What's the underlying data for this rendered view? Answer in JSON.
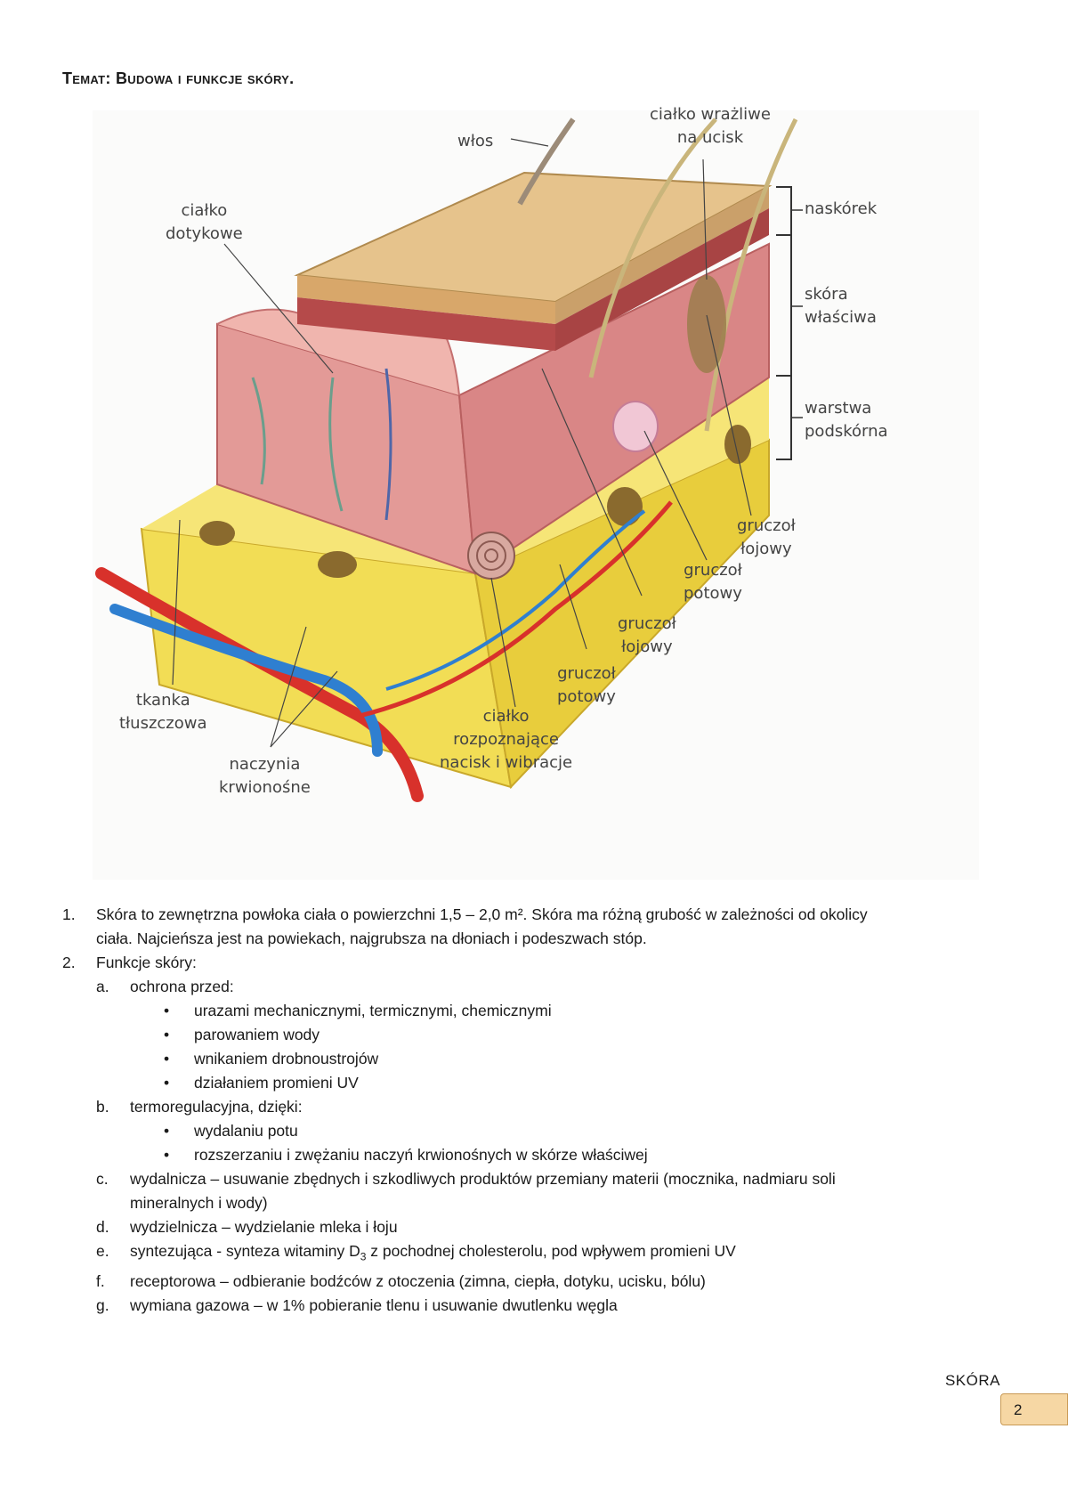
{
  "title": "Temat: Budowa i funkcje skóry.",
  "figure": {
    "labels": {
      "wlos": "włos",
      "cialko_wrazliwe": "ciałko wrażliwe\nna ucisk",
      "cialko_dotykowe": "ciałko\ndotykowe",
      "naskorek": "naskórek",
      "skora_wlasciwa": "skóra\nwłaściwa",
      "warstwa_podskorna": "warstwa\npodskórna",
      "gruczol_lojowy_1": "gruczoł\nłojowy",
      "gruczol_potowy_1": "gruczoł\npotowy",
      "gruczol_lojowy_2": "gruczoł\nłojowy",
      "gruczol_potowy_2": "gruczoł\npotowy",
      "tkanka_tluszczowa": "tkanka\ntłuszczowa",
      "cialko_rozpoznajace": "ciałko\nrozpoznające\nnacisk i wibracje",
      "naczynia": "naczynia\nkrwionośne"
    }
  },
  "list": {
    "item1_num": "1.",
    "item1_text": "Skóra to zewnętrzna powłoka ciała o powierzchni 1,5 – 2,0 m². Skóra ma różną grubość w zależności od okolicy",
    "item1_text_cont": "ciała. Najcieńsza jest na powiekach, najgrubsza na dłoniach i podeszwach stóp.",
    "item2_num": "2.",
    "item2_text": "Funkcje skóry:",
    "a_num": "a.",
    "a_text": "ochrona przed:",
    "a_bullets": [
      "urazami mechanicznymi, termicznymi, chemicznymi",
      "parowaniem wody",
      "wnikaniem drobnoustrojów",
      "działaniem promieni UV"
    ],
    "b_num": "b.",
    "b_text": "termoregulacyjna, dzięki:",
    "b_bullets": [
      "wydalaniu potu",
      "rozszerzaniu i zwężaniu naczyń krwionośnych w skórze właściwej"
    ],
    "c_num": "c.",
    "c_text": "wydalnicza – usuwanie zbędnych i szkodliwych produktów przemiany materii (mocznika, nadmiaru soli",
    "c_text_cont": "mineralnych i wody)",
    "d_num": "d.",
    "d_text": "wydzielnicza – wydzielanie mleka i łoju",
    "e_num": "e.",
    "e_text_pre": "syntezująca - synteza witaminy D",
    "e_sub": "3",
    "e_text_post": " z pochodnej cholesterolu, pod wpływem promieni UV",
    "f_num": "f.",
    "f_text": "receptorowa – odbieranie bodźców z otoczenia (zimna, ciepła, dotyku, ucisku, bólu)",
    "g_num": "g.",
    "g_text": "wymiana gazowa – w 1% pobieranie tlenu i usuwanie dwutlenku węgla"
  },
  "footer": {
    "section": "SKÓRA",
    "page": "2"
  }
}
